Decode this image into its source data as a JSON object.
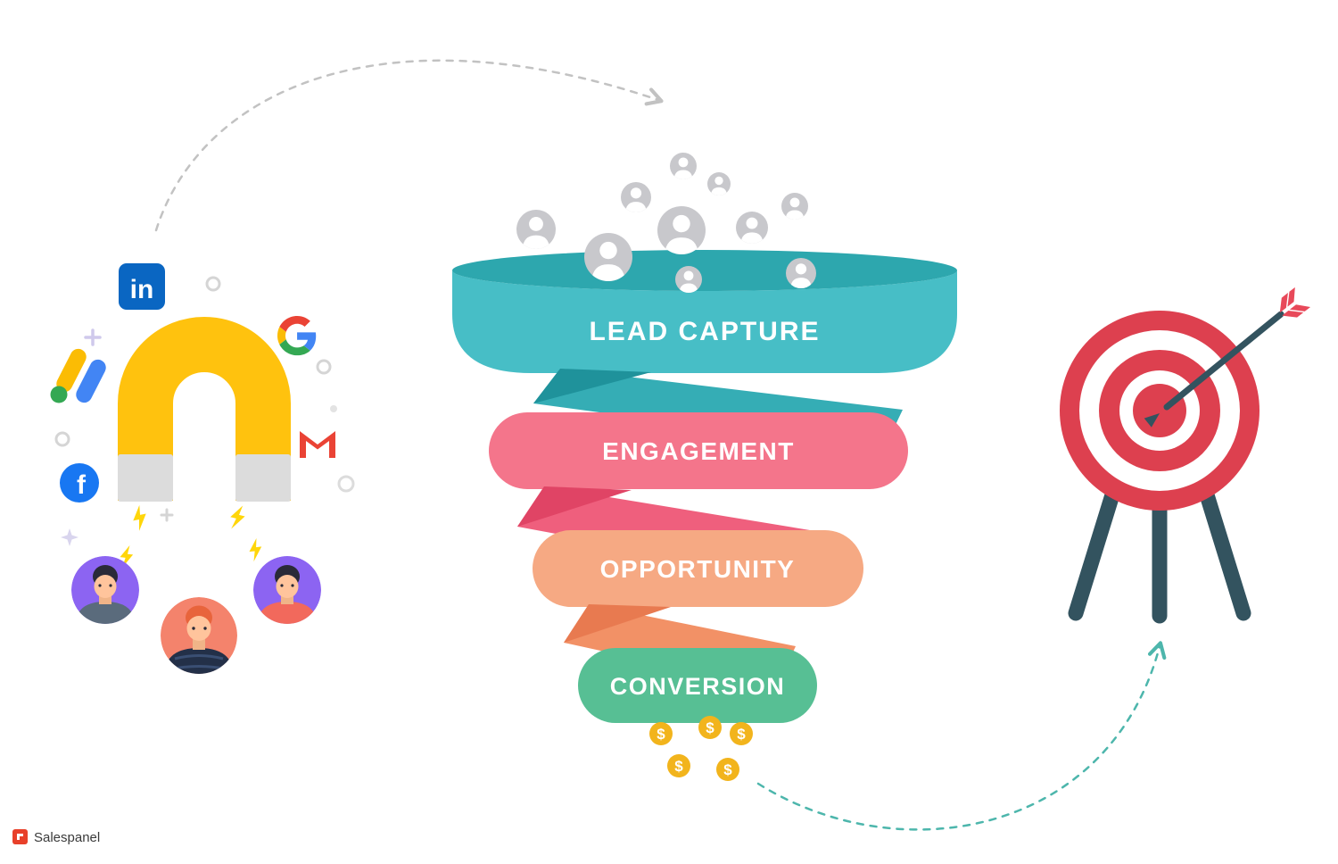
{
  "branding": {
    "name": "Salespanel",
    "logo_color": "#e8402a",
    "text_color": "#3a3a3a"
  },
  "funnel": {
    "label_color": "#ffffff",
    "stages": [
      {
        "label": "LEAD CAPTURE",
        "color": "#47bec6",
        "rim_color": "#2da7ae",
        "ribbon_color": "#35adb5",
        "fold_color": "#1f929b"
      },
      {
        "label": "ENGAGEMENT",
        "color": "#f4758b",
        "ribbon_color": "#ef5f7d",
        "fold_color": "#e04465"
      },
      {
        "label": "OPPORTUNITY",
        "color": "#f6a983",
        "ribbon_color": "#f29166",
        "fold_color": "#e87a50"
      },
      {
        "label": "CONVERSION",
        "color": "#57bf94"
      }
    ]
  },
  "icons": {
    "linkedin": {
      "label": "in",
      "color": "#0a66c2"
    },
    "facebook": {
      "label": "f",
      "color": "#1877f2"
    },
    "gmail": {
      "color": "#ea4335"
    },
    "google": {
      "colors": [
        "#ea4335",
        "#4285f4",
        "#fbbc05",
        "#34a853"
      ]
    },
    "google_ads": {
      "colors": [
        "#fbbc04",
        "#4285f4",
        "#34a853"
      ]
    },
    "magnet": {
      "body_color": "#ffc20e",
      "tip_color": "#dcdcdc"
    },
    "lightning": {
      "color": "#ffd60a"
    },
    "prospect_avatar": {
      "color": "#c8c8cc",
      "silhouette_color": "#ffffff"
    },
    "coin": {
      "symbol": "$",
      "color": "#f2b41c"
    },
    "target": {
      "red": "#dd404f",
      "white": "#ffffff",
      "stand_color": "#33535f",
      "arrow_color": "#33535f",
      "fletching_color": "#e8495a"
    }
  },
  "flow": {
    "top_arrow_color": "#c2c2c2",
    "bottom_arrow_color": "#4db6ac"
  }
}
